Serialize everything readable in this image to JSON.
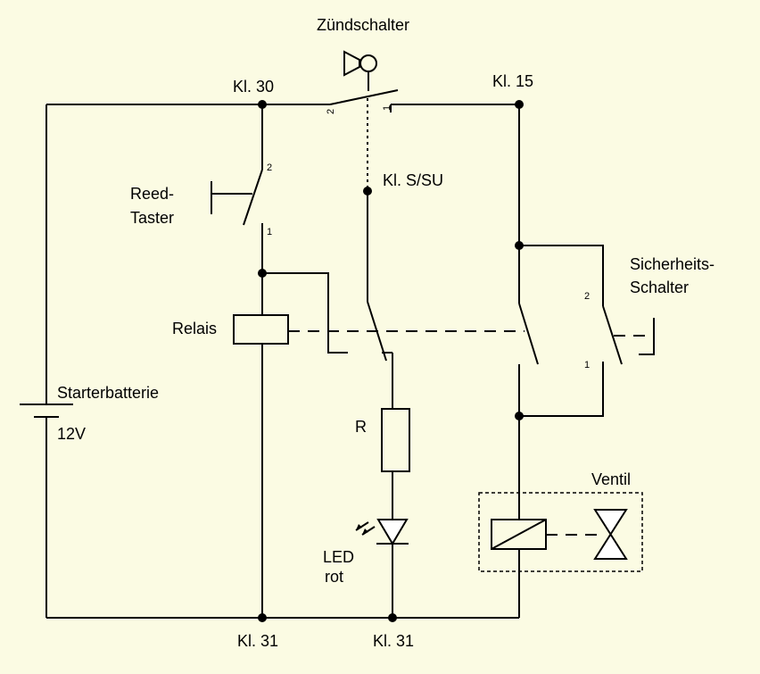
{
  "colors": {
    "background": "#fbfbe3",
    "line": "#000000"
  },
  "labels": {
    "ignition_switch": "Zündschalter",
    "kl30": "Kl. 30",
    "kl15": "Kl. 15",
    "kls": "Kl. S/SU",
    "reed_line1": "Reed-",
    "reed_line2": "Taster",
    "safety_line1": "Sicherheits-",
    "safety_line2": "Schalter",
    "relay": "Relais",
    "battery": "Starterbatterie",
    "voltage": "12V",
    "resistor": "R",
    "led_line1": "LED",
    "led_line2": "rot",
    "valve": "Ventil",
    "kl31_left": "Kl. 31",
    "kl31_right": "Kl. 31"
  },
  "pins": {
    "ignition_2": "2",
    "ignition_1": "1",
    "reed_2": "2",
    "reed_1": "1",
    "safety_2": "2",
    "safety_1": "1"
  }
}
